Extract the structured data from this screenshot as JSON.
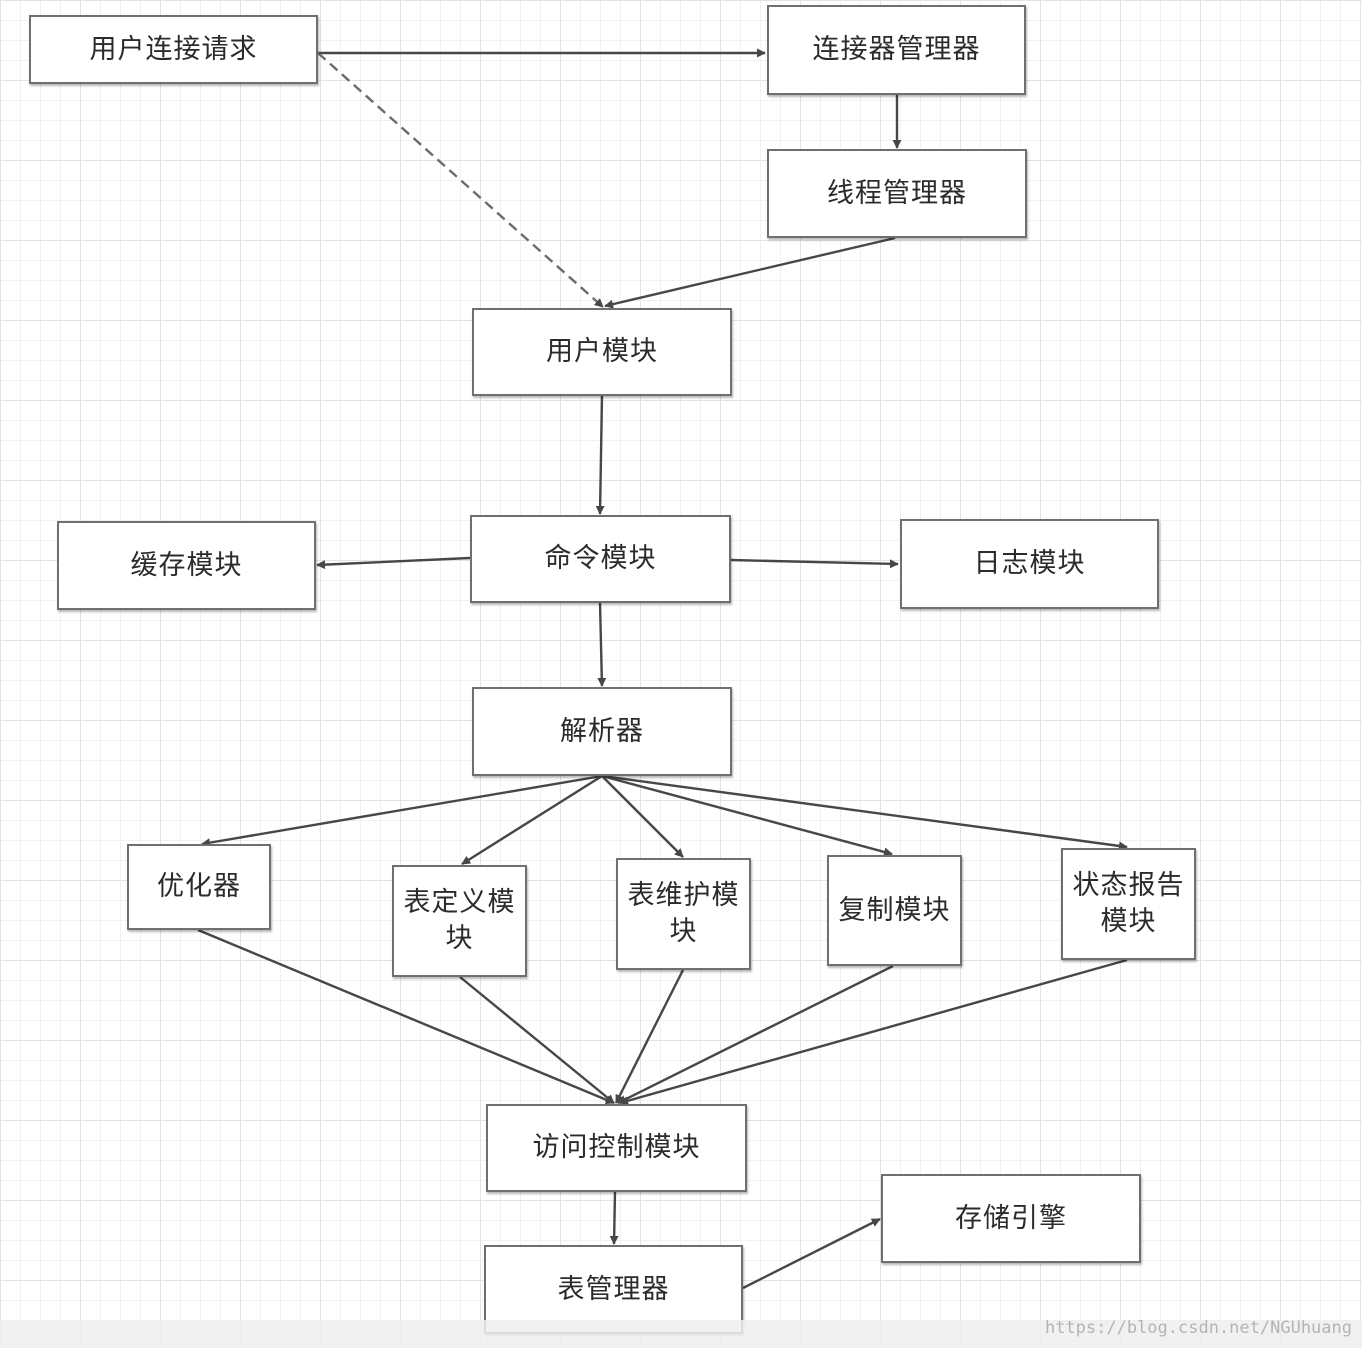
{
  "nodes": {
    "user_request": "用户连接请求",
    "connector_manager": "连接器管理器",
    "thread_manager": "线程管理器",
    "user_module": "用户模块",
    "command_module": "命令模块",
    "cache_module": "缓存模块",
    "log_module": "日志模块",
    "parser": "解析器",
    "optimizer": "优化器",
    "table_def": "表定义模块",
    "table_maint": "表维护模块",
    "replication": "复制模块",
    "status_report": "状态报告模块",
    "access_control": "访问控制模块",
    "table_manager": "表管理器",
    "storage_engine": "存储引擎"
  },
  "colors": {
    "edge": "#474747",
    "dashed_edge": "#6b6b6b",
    "border": "#6f6f6f",
    "text": "#2b2b2b"
  },
  "watermark": "https://blog.csdn.net/NGUhuang"
}
